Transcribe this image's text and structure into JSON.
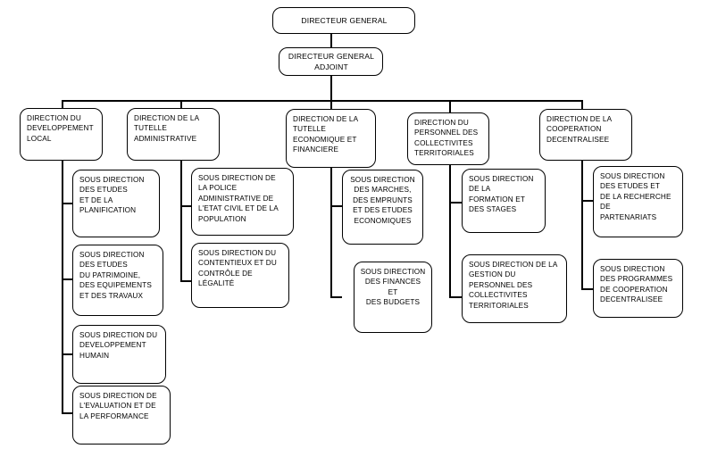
{
  "diagram": {
    "title": "Organigramme - Direction Generale",
    "type": "org-chart",
    "background": "#ffffff",
    "line_color": "#000000",
    "box_border_color": "#000000"
  },
  "nodes": {
    "dg": "DIRECTEUR GENERAL",
    "dga": "DIRECTEUR GENERAL\nADJOINT",
    "dir1": "DIRECTION DU\nDEVELOPPEMENT\nLOCAL",
    "dir2": "DIRECTION DE LA\nTUTELLE\nADMINISTRATIVE",
    "dir3": "DIRECTION DE LA\nTUTELLE\nECONOMIQUE ET\nFINANCIERE",
    "dir4": "DIRECTION DU\nPERSONNEL DES\nCOLLECTIVITES\nTERRITORIALES",
    "dir5": "DIRECTION DE LA\nCOOPERATION\nDECENTRALISEE",
    "sd1_1": "SOUS DIRECTION\nDES ETUDES\nET  DE LA\nPLANIFICATION",
    "sd1_2": "SOUS DIRECTION\nDES ETUDES\n DU PATRIMOINE,\nDES EQUIPEMENTS\nET DES TRAVAUX",
    "sd1_3": "SOUS DIRECTION DU\nDEVELOPPEMENT\nHUMAIN",
    "sd1_4": "SOUS DIRECTION DE\nL'EVALUATION ET DE\nLA PERFORMANCE",
    "sd2_1": "SOUS DIRECTION DE\nLA POLICE\nADMINISTRATIVE  DE\nL'ETAT CIVIL ET DE LA\nPOPULATION",
    "sd2_2": "SOUS DIRECTION DU\nCONTENTIEUX ET DU\nCONTRÔLE DE\nLÉGALITÉ",
    "sd3_1": "SOUS DIRECTION\nDES MARCHES,\nDES EMPRUNTS\nET DES ETUDES\nECONOMIQUES",
    "sd3_2": "SOUS DIRECTION\nDES FINANCES ET\nDES BUDGETS",
    "sd4_1": "SOUS DIRECTION\nDE LA\nFORMATION ET\nDES STAGES",
    "sd4_2": "SOUS DIRECTION DE LA\nGESTION DU\nPERSONNEL DES\nCOLLECTIVITES\nTERRITORIALES",
    "sd5_1": "SOUS DIRECTION\nDES ETUDES ET\nDE LA RECHERCHE\nDE\nPARTENARIATS",
    "sd5_2": "SOUS DIRECTION\nDES PROGRAMMES\nDE COOPERATION\nDECENTRALISEE"
  }
}
